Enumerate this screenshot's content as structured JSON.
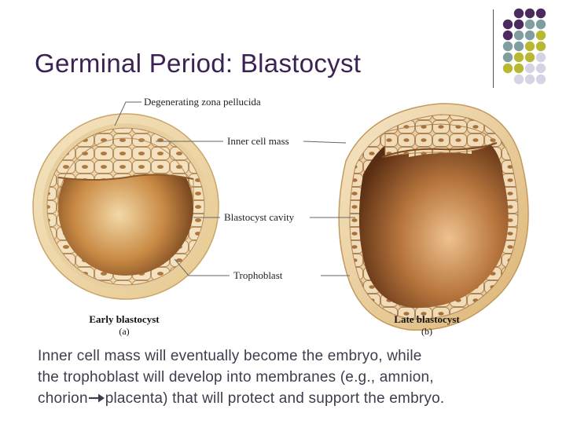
{
  "slide": {
    "title": "Germinal Period: Blastocyst",
    "body_lines": [
      "Inner cell mass will eventually become the embryo, while",
      "the trophoblast will develop into membranes (e.g., amnion,"
    ],
    "body_line3_pre": "chorion",
    "body_line3_post": "placenta) that will protect and support the embryo."
  },
  "diagram": {
    "labels": {
      "zona": "Degenerating zona pellucida",
      "inner_cell_mass": "Inner cell mass",
      "cavity": "Blastocyst cavity",
      "trophoblast": "Trophoblast"
    },
    "early": {
      "caption": "Early blastocyst",
      "sub": "(a)"
    },
    "late": {
      "caption": "Late blastocyst",
      "sub": "(b)"
    }
  },
  "decor": {
    "dot_colors": {
      "purple": "#4b2a5e",
      "teal": "#7e9ea0",
      "olive": "#b8b832",
      "lavender": "#d5d4e4"
    }
  }
}
